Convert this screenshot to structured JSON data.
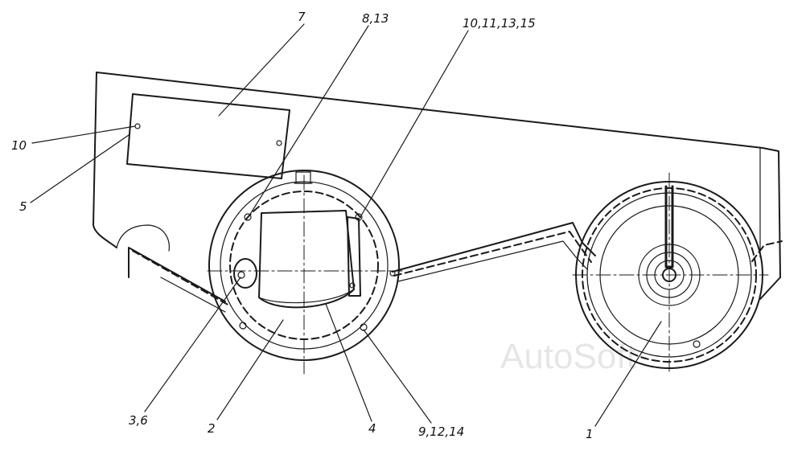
{
  "labels": {
    "l7": "7",
    "l8_13": "8,13",
    "l10_11_13_15": "10,11,13,15",
    "l10": "10",
    "l5": "5",
    "l3_6": "3,6",
    "l2": "2",
    "l4": "4",
    "l9_12_14": "9,12,14",
    "l1": "1"
  },
  "watermark": "AutoSoft",
  "colors": {
    "ink": "#1a1a1a",
    "watermark": "#e6e6e6"
  }
}
